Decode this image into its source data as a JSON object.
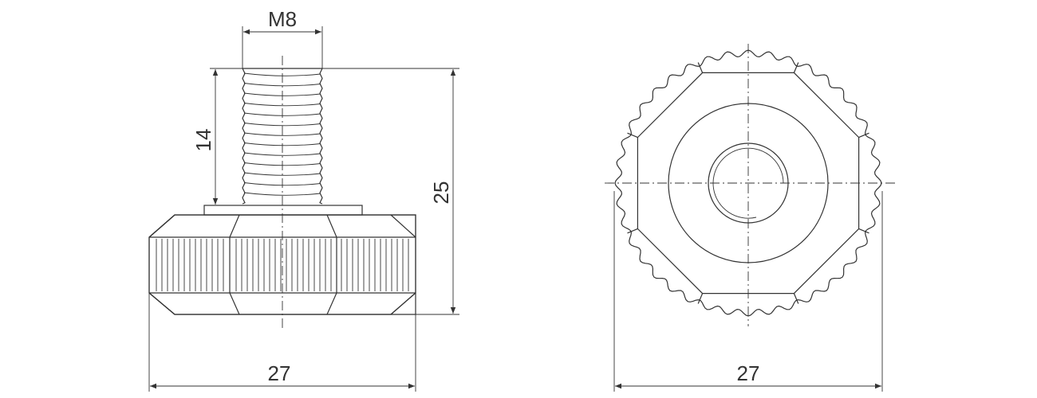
{
  "dimensions": {
    "thread": "M8",
    "thread_length": "14",
    "total_height": "25",
    "diameter_side": "27",
    "diameter_top": "27"
  },
  "colors": {
    "line": "#333333",
    "background": "#ffffff"
  }
}
